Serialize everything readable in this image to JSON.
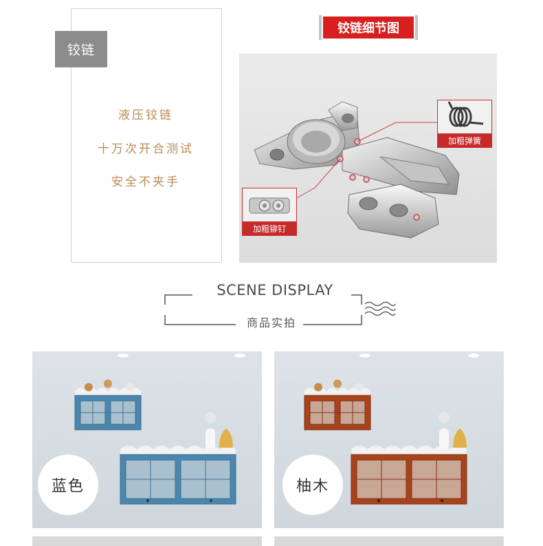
{
  "hinge_info": {
    "tag": "铰链",
    "features": [
      "液压铰链",
      "十万次开合测试",
      "安全不夹手"
    ]
  },
  "detail": {
    "title": "铰链细节图",
    "callouts": {
      "spring": "加粗弹簧",
      "rivet": "加粗铆钉"
    }
  },
  "scene": {
    "title": "SCENE DISPLAY",
    "subtitle": "商品实拍"
  },
  "products": [
    {
      "color_label": "蓝色",
      "cabinet_color": "#4a86ad"
    },
    {
      "color_label": "柚木",
      "cabinet_color": "#a8431c"
    }
  ],
  "colors": {
    "accent_red": "#d81e1e",
    "feature_text": "#b98a55",
    "tag_gray": "#8c8c8c"
  }
}
